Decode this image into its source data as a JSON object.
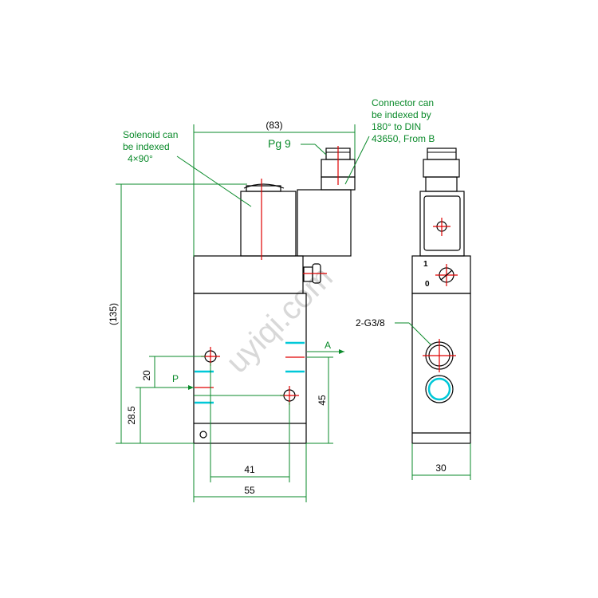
{
  "colors": {
    "outline": "#000000",
    "dimension": "#0a8a2a",
    "centerline": "#e00000",
    "port_marker": "#00c8d8",
    "watermark": "#d8d8d8"
  },
  "callouts": {
    "solenoid": [
      "Solenoid can",
      "be indexed",
      "4×90°"
    ],
    "connector": [
      "Connector can",
      "be indexed by",
      "180° to DIN",
      "43650, From B"
    ],
    "pg": "Pg 9",
    "ports_label": "2-G3/8"
  },
  "port_labels": {
    "a": "A",
    "p": "P"
  },
  "switch_marks": {
    "one": "1",
    "zero": "0"
  },
  "dimensions": {
    "overall_width": "(83)",
    "overall_height": "(135)",
    "port_spacing_v": "20",
    "port_height": "28.5",
    "port_offset": "45",
    "port_spacing_h": "41",
    "body_width": "55",
    "side_width": "30"
  },
  "watermark": "uyiqi.com"
}
